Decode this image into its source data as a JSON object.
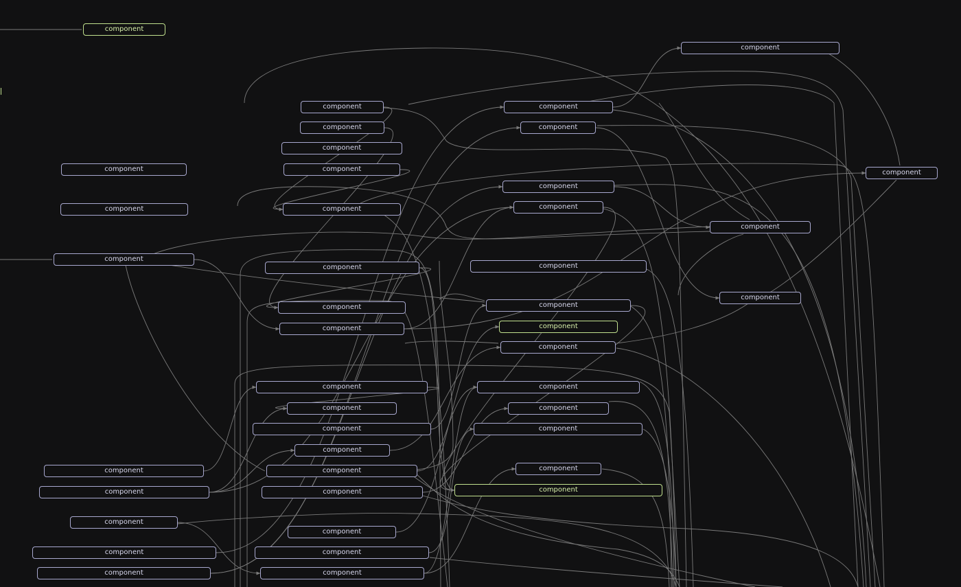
{
  "colors": {
    "background": "#111112",
    "node_border": "#a9a9d0",
    "node_text": "#d8d8ee",
    "highlight_border": "#c2e28f",
    "highlight_text": "#d7f0a9",
    "edge": "#7b7b7b"
  },
  "nodes": [
    {
      "id": "n01",
      "label": "component",
      "variant": "green"
    },
    {
      "id": "n02",
      "label": "component",
      "variant": "normal"
    },
    {
      "id": "n03",
      "label": "component",
      "variant": "normal"
    },
    {
      "id": "n04",
      "label": "component",
      "variant": "normal"
    },
    {
      "id": "n05",
      "label": "component",
      "variant": "normal"
    },
    {
      "id": "n06",
      "label": "component",
      "variant": "normal"
    },
    {
      "id": "n07",
      "label": "component",
      "variant": "normal"
    },
    {
      "id": "n08",
      "label": "component",
      "variant": "normal"
    },
    {
      "id": "n09",
      "label": "component",
      "variant": "normal"
    },
    {
      "id": "n10",
      "label": "component",
      "variant": "normal"
    },
    {
      "id": "n11",
      "label": "component",
      "variant": "normal"
    },
    {
      "id": "n12",
      "label": "component",
      "variant": "normal"
    },
    {
      "id": "n13",
      "label": "component",
      "variant": "normal"
    },
    {
      "id": "n14",
      "label": "component",
      "variant": "normal"
    },
    {
      "id": "n15",
      "label": "component",
      "variant": "normal"
    },
    {
      "id": "n16",
      "label": "component",
      "variant": "normal"
    },
    {
      "id": "n17",
      "label": "component",
      "variant": "normal"
    },
    {
      "id": "n18",
      "label": "component",
      "variant": "normal"
    },
    {
      "id": "n19",
      "label": "component",
      "variant": "normal"
    },
    {
      "id": "n20",
      "label": "component",
      "variant": "normal"
    },
    {
      "id": "n21",
      "label": "component",
      "variant": "normal"
    },
    {
      "id": "n22",
      "label": "component",
      "variant": "normal"
    },
    {
      "id": "n23",
      "label": "component",
      "variant": "normal"
    },
    {
      "id": "n24",
      "label": "component",
      "variant": "normal"
    },
    {
      "id": "n25",
      "label": "component",
      "variant": "normal"
    },
    {
      "id": "n26",
      "label": "component",
      "variant": "normal"
    },
    {
      "id": "n27",
      "label": "component",
      "variant": "normal"
    },
    {
      "id": "n28",
      "label": "component",
      "variant": "normal"
    },
    {
      "id": "n29",
      "label": "component",
      "variant": "normal"
    },
    {
      "id": "n30",
      "label": "component",
      "variant": "normal"
    },
    {
      "id": "n31",
      "label": "component",
      "variant": "normal"
    },
    {
      "id": "n32",
      "label": "component",
      "variant": "normal"
    },
    {
      "id": "n33",
      "label": "component",
      "variant": "normal"
    },
    {
      "id": "n34",
      "label": "component",
      "variant": "normal"
    },
    {
      "id": "n35",
      "label": "component",
      "variant": "normal"
    },
    {
      "id": "n36",
      "label": "component",
      "variant": "green"
    },
    {
      "id": "n37",
      "label": "component",
      "variant": "normal"
    },
    {
      "id": "n38",
      "label": "component",
      "variant": "normal"
    },
    {
      "id": "n39",
      "label": "component",
      "variant": "normal"
    },
    {
      "id": "n40",
      "label": "component",
      "variant": "normal"
    },
    {
      "id": "n41",
      "label": "component",
      "variant": "normal"
    },
    {
      "id": "n42",
      "label": "component",
      "variant": "normal"
    },
    {
      "id": "n43",
      "label": "component",
      "variant": "green"
    },
    {
      "id": "n44",
      "label": "component",
      "variant": "normal"
    },
    {
      "id": "n45",
      "label": "component",
      "variant": "green"
    },
    {
      "id": "n46",
      "label": "component",
      "variant": "normal"
    },
    {
      "id": "n47",
      "label": "component",
      "variant": "green"
    }
  ],
  "edges": [
    [
      "n13",
      "n14"
    ],
    [
      "n15",
      "n16"
    ],
    [
      "n17",
      "n30"
    ],
    [
      "n18",
      "n19"
    ],
    [
      "n20",
      "n32"
    ],
    [
      "n21",
      "n33"
    ],
    [
      "n22",
      "n34"
    ],
    [
      "n23",
      "n35"
    ],
    [
      "n24",
      "n36"
    ],
    [
      "n25",
      "n37"
    ],
    [
      "n26",
      "n38"
    ],
    [
      "n27",
      "n39"
    ],
    [
      "n28",
      "n40"
    ],
    [
      "n29",
      "n41"
    ],
    [
      "n10",
      "n14"
    ],
    [
      "n11",
      "n16"
    ],
    [
      "n04",
      "n17"
    ],
    [
      "n05",
      "n18"
    ],
    [
      "n06",
      "n21"
    ],
    [
      "n06",
      "n30"
    ],
    [
      "n07",
      "n26"
    ],
    [
      "n08",
      "n27"
    ],
    [
      "n09",
      "n28"
    ],
    [
      "n09",
      "n29"
    ],
    [
      "n30",
      "n43"
    ],
    [
      "n31",
      "n45"
    ],
    [
      "n44",
      "n47"
    ],
    [
      "n46",
      "n47"
    ],
    [
      "n32",
      "n43"
    ],
    [
      "n17",
      "n42"
    ],
    [
      "n15",
      "n43"
    ],
    [
      "n18",
      "n44"
    ],
    [
      "n21",
      "n44"
    ],
    [
      "n06",
      "n19"
    ],
    [
      "n26",
      "n34"
    ]
  ]
}
